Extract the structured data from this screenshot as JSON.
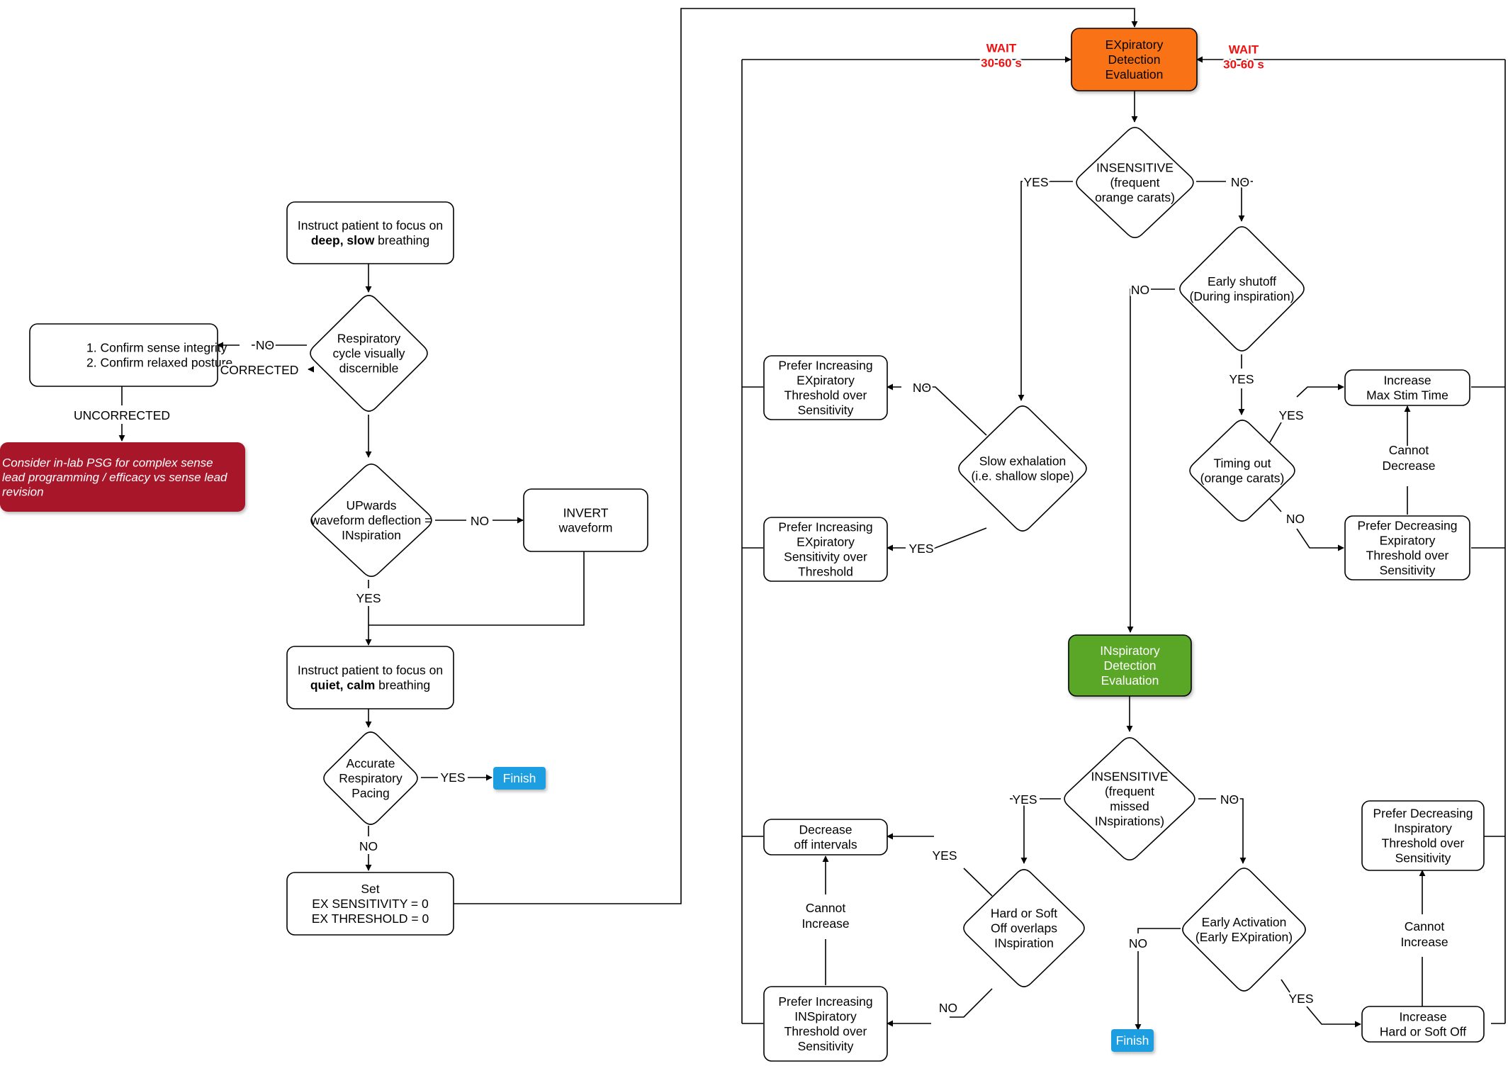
{
  "nodes": {
    "instruct_deep": {
      "lines": [
        "Instruct patient to focus on"
      ],
      "bold": "deep, slow",
      "rest": " breathing"
    },
    "resp_cycle": {
      "lines": [
        "Respiratory",
        "cycle visually",
        "discernible"
      ]
    },
    "confirm": {
      "lines": [
        "1. Confirm sense integrity",
        "2. Confirm relaxed posture"
      ]
    },
    "consider_psg": {
      "lines": [
        "Consider in-lab PSG for complex sense",
        "lead programming / efficacy vs sense lead",
        "revision"
      ]
    },
    "upwards": {
      "lines": [
        "UPwards",
        "waveform deflection =",
        "INspiration"
      ]
    },
    "invert": {
      "lines": [
        "INVERT",
        "waveform"
      ]
    },
    "instruct_quiet": {
      "lines": [
        "Instruct patient to focus on"
      ],
      "bold": "quiet, calm",
      "rest": " breathing"
    },
    "accurate": {
      "lines": [
        "Accurate",
        "Respiratory",
        "Pacing"
      ]
    },
    "finish1": {
      "lines": [
        "Finish"
      ]
    },
    "set_ex": {
      "lines": [
        "Set",
        "EX SENSITIVITY = 0",
        "EX THRESHOLD = 0"
      ]
    },
    "ex_eval": {
      "lines": [
        "EXpiratory",
        "Detection",
        "Evaluation"
      ]
    },
    "insens_ex": {
      "lines": [
        "INSENSITIVE",
        "(frequent",
        "orange carats)"
      ]
    },
    "early_shutoff": {
      "lines": [
        "Early shutoff",
        "(During inspiration)"
      ]
    },
    "slow_exhale": {
      "lines": [
        "Slow exhalation",
        "(i.e. shallow slope)"
      ]
    },
    "pref_inc_ex_thr": {
      "lines": [
        "Prefer Increasing",
        "EXpiratory",
        "Threshold over",
        "Sensitivity"
      ]
    },
    "pref_inc_ex_sens": {
      "lines": [
        "Prefer Increasing",
        "EXpiratory",
        "Sensitivity over",
        "Threshold"
      ]
    },
    "timing_out": {
      "lines": [
        "Timing out",
        "(orange carats)"
      ]
    },
    "inc_max_stim": {
      "lines": [
        "Increase",
        "Max Stim Time"
      ]
    },
    "pref_dec_ex": {
      "lines": [
        "Prefer Decreasing",
        "Expiratory",
        "Threshold over",
        "Sensitivity"
      ]
    },
    "in_eval": {
      "lines": [
        "INspiratory",
        "Detection",
        "Evaluation"
      ]
    },
    "insens_in": {
      "lines": [
        "INSENSITIVE",
        "(frequent",
        "missed",
        "INspirations)"
      ]
    },
    "hard_soft": {
      "lines": [
        "Hard or Soft",
        "Off overlaps",
        "INspiration"
      ]
    },
    "dec_off": {
      "lines": [
        "Decrease",
        "off intervals"
      ]
    },
    "pref_inc_in": {
      "lines": [
        "Prefer Increasing",
        "INSpiratory",
        "Threshold over",
        "Sensitivity"
      ]
    },
    "early_act": {
      "lines": [
        "Early Activation",
        "(Early EXpiration)"
      ]
    },
    "finish2": {
      "lines": [
        "Finish"
      ]
    },
    "inc_hard_soft": {
      "lines": [
        "Increase",
        "Hard or Soft Off"
      ]
    },
    "pref_dec_in": {
      "lines": [
        "Prefer Decreasing",
        "Inspiratory",
        "Threshold over",
        "Sensitivity"
      ]
    }
  },
  "labels": {
    "no_confirm": "NO",
    "corrected": "CORRECTED",
    "uncorrected": "UNCORRECTED",
    "no_invert": "NO",
    "yes_up": "YES",
    "yes_finish1": "YES",
    "no_accurate": "NO",
    "wait_left": [
      "WAIT",
      "30-60 s"
    ],
    "wait_right": [
      "WAIT",
      "30-60 s"
    ],
    "yes_insens_ex": "YES",
    "no_insens_ex": "NO",
    "no_early_shutoff": "NO",
    "yes_early_shutoff": "YES",
    "no_slow": "NO",
    "yes_slow": "YES",
    "yes_timing": "YES",
    "no_timing": "NO",
    "cannot_decrease": [
      "Cannot",
      "Decrease"
    ],
    "yes_insens_in": "YES",
    "no_insens_in": "NO",
    "yes_hard": "YES",
    "no_hard": "NO",
    "cannot_increase_left": [
      "Cannot",
      "Increase"
    ],
    "no_early_act": "NO",
    "yes_early_act": "YES",
    "cannot_increase_right": [
      "Cannot",
      "Increase"
    ]
  },
  "colors": {
    "orange": "#f97316",
    "green": "#5aa628",
    "red_box": "#a8122a",
    "blue": "#1f9ee0",
    "wait_red": "#ee1111"
  }
}
